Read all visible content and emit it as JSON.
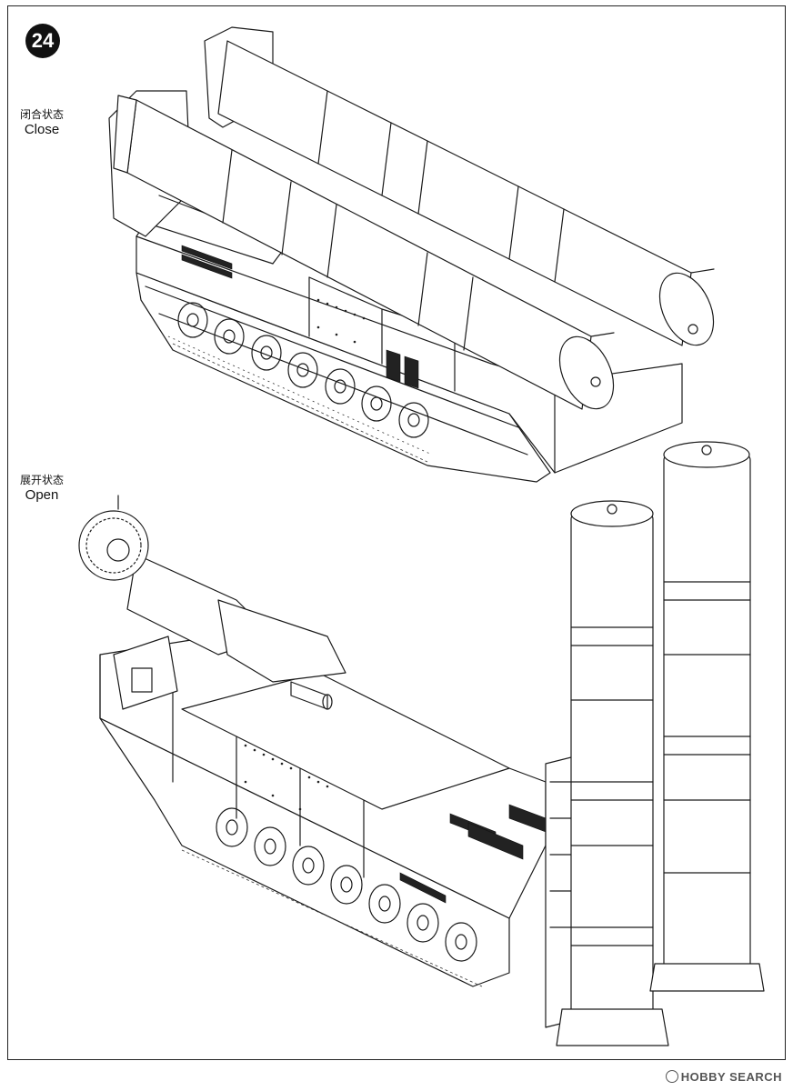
{
  "step": {
    "number": "24"
  },
  "states": {
    "close": {
      "zh": "闭合状态",
      "en": "Close"
    },
    "open": {
      "zh": "展开状态",
      "en": "Open"
    }
  },
  "watermark": {
    "text": "HOBBY SEARCH"
  }
}
